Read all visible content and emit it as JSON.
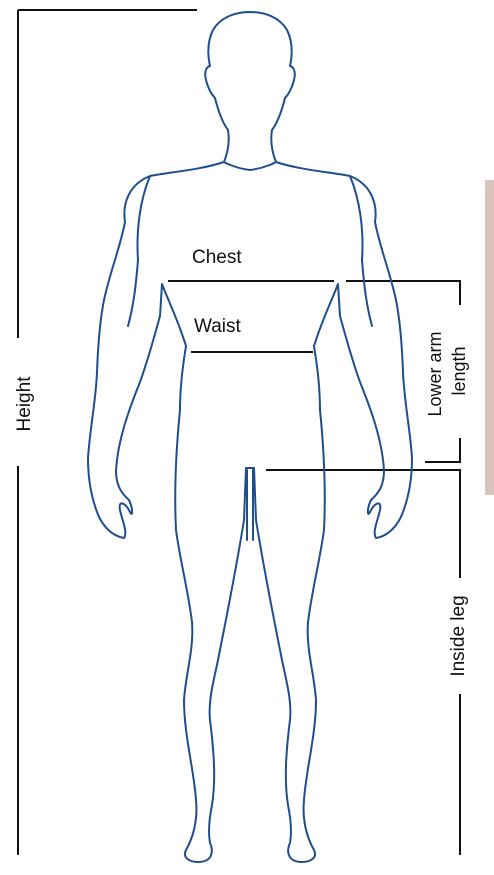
{
  "labels": {
    "height": "Height",
    "chest": "Chest",
    "waist": "Waist",
    "lower_arm_line1": "Lower arm",
    "lower_arm_line2": "length",
    "inside_leg": "Inside leg"
  },
  "colors": {
    "outline": "#1f4e8c",
    "measure_line": "#111111",
    "side_bar": "#d8c3bd",
    "background": "#ffffff"
  }
}
